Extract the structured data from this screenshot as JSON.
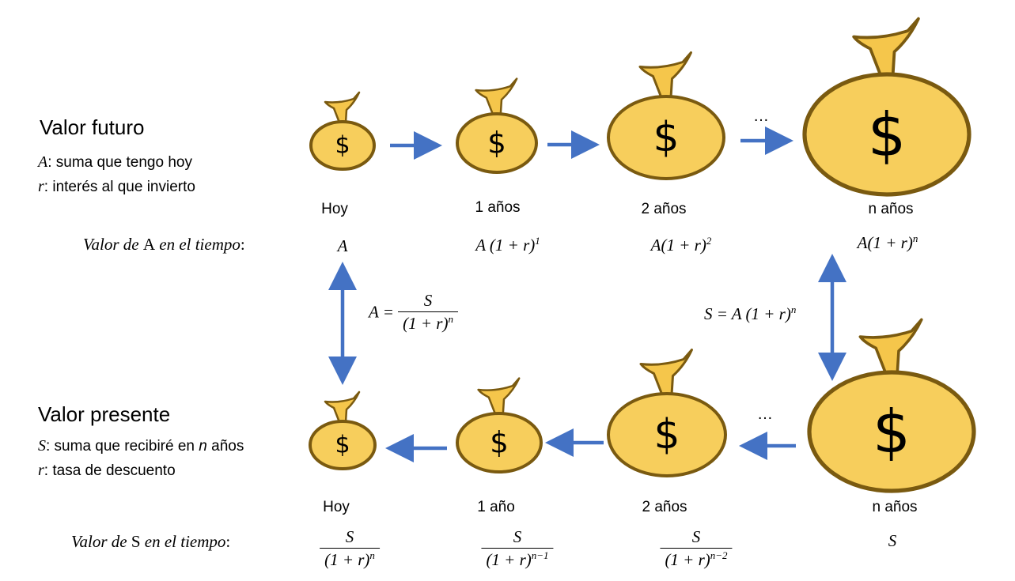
{
  "colors": {
    "bag_fill": "#F7CE5C",
    "bag_stroke": "#7A5A10",
    "tie_fill": "#F5C64B",
    "arrow": "#4472C4",
    "dollar": "#000000"
  },
  "icons": {
    "bag": "money-bag-icon",
    "arrow": "arrow-icon",
    "dollar": "dollar-sign-icon"
  },
  "future": {
    "title": "Valor futuro",
    "legend": [
      {
        "var": "A",
        "text": ": suma que tengo hoy"
      },
      {
        "var": "r",
        "text": ": interés al que invierto"
      }
    ],
    "timeline": [
      "Hoy",
      "1 años",
      "2 años",
      "n años"
    ],
    "dots": "…",
    "row_label": {
      "prefix": "Valor de ",
      "symbol": "A",
      "suffix": " en el tiempo",
      "colon": ":"
    },
    "values": {
      "v0": {
        "base": "A"
      },
      "v1": {
        "base": "A (1 + r)",
        "exp": "1"
      },
      "v2": {
        "base": "A(1 + r)",
        "exp": "2"
      },
      "vn": {
        "base": "A(1 +  r)",
        "exp": "n"
      }
    }
  },
  "present": {
    "title": "Valor presente",
    "legend": [
      {
        "var": "S",
        "pre": ": suma que recibiré en ",
        "ital": "n",
        "post": " años"
      },
      {
        "var": "r",
        "text": ": tasa de descuento"
      }
    ],
    "timeline": [
      "Hoy",
      "1 año",
      "2 años",
      "n años"
    ],
    "dots": "…",
    "row_label": {
      "prefix": "Valor de ",
      "symbol": "S",
      "suffix": " en el tiempo",
      "colon": ":"
    },
    "values": {
      "v0": {
        "num": "S",
        "den": "(1 +  r)",
        "exp": "n"
      },
      "v1": {
        "num": "S",
        "den": "(1 + r)",
        "exp": "n−1"
      },
      "v2": {
        "num": "S",
        "den": "(1 + r)",
        "exp": "n−2"
      },
      "vn": {
        "value": "S"
      }
    }
  },
  "formulas": {
    "present_value": {
      "lhs": "A  =",
      "num": "S",
      "den": "(1 + r)",
      "exp": "n"
    },
    "future_value": {
      "lhs": "S = A (1 + r)",
      "exp": "n"
    }
  },
  "bag_symbol": "$"
}
